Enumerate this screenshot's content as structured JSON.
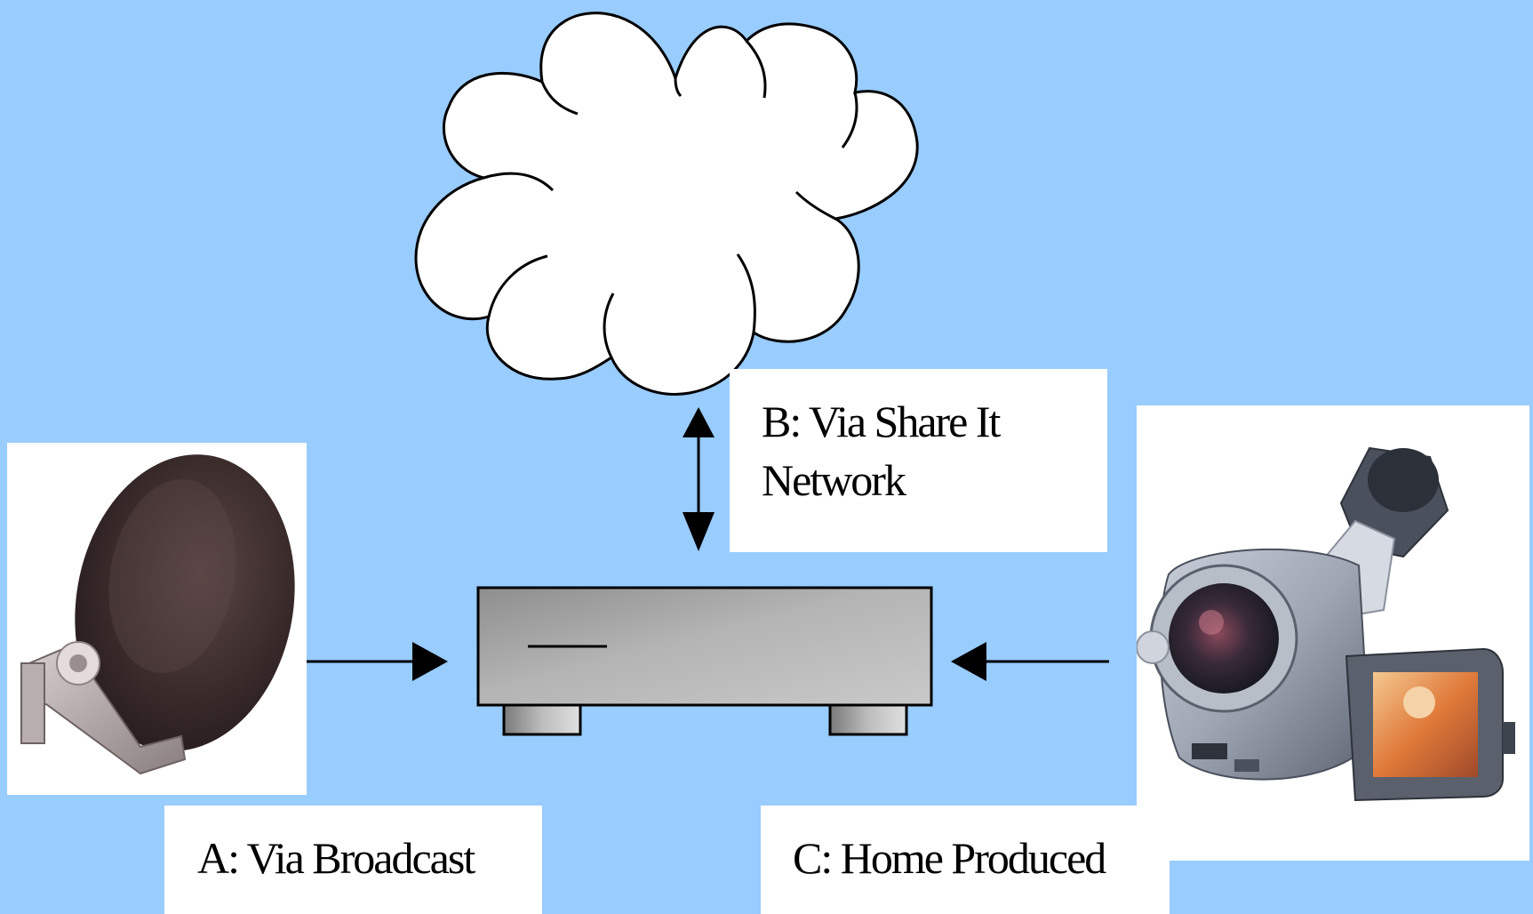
{
  "labels": {
    "a": "A: Via Broadcast",
    "b_line1": "B: Via Share It",
    "b_line2": "Network",
    "c": "C: Home Produced"
  },
  "icons": {
    "cloud": "cloud-icon",
    "set_top_box": "set-top-box-icon",
    "satellite_dish": "satellite-dish-photo",
    "camcorder": "camcorder-photo"
  },
  "colors": {
    "background": "#99CCFF",
    "box_fill": "#FFFFFF",
    "device_gray": "#A0A0A0",
    "stroke": "#000000"
  }
}
